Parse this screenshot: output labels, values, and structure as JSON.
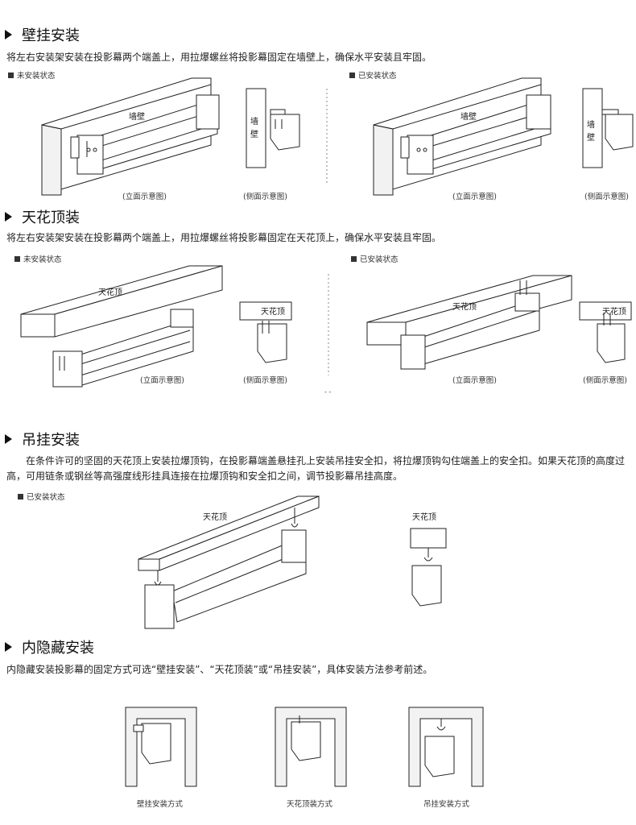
{
  "sections": {
    "wall": {
      "title": "壁挂安装",
      "desc": "将左右安装架安装在投影幕两个端盖上，用拉爆螺丝将投影幕固定在墙壁上，确保水平安装且牢固。",
      "before_state": "未安装状态",
      "after_state": "已安装状态",
      "wall_label": "墙壁",
      "side_wall_label_1": "墙",
      "side_wall_label_2": "壁",
      "front_caption": "(立面示意图)",
      "side_caption": "(侧面示意图)"
    },
    "ceiling": {
      "title": "天花顶装",
      "desc": "将左右安装架安装在投影幕两个端盖上，用拉爆螺丝将投影幕固定在天花顶上，确保水平安装且牢固。",
      "before_state": "未安装状态",
      "after_state": "已安装状态",
      "ceiling_label": "天花顶",
      "front_caption": "(立面示意图)",
      "side_caption": "(侧面示意图)"
    },
    "hanging": {
      "title": "吊挂安装",
      "desc": "在条件许可的坚固的天花顶上安装拉爆顶钩，在投影幕端盖悬挂孔上安装吊挂安全扣，将拉爆顶钩勾住端盖上的安全扣。如果天花顶的高度过高，可用链条或钢丝等高强度线形挂具连接在拉爆顶钩和安全扣之间，调节投影幕吊挂高度。",
      "after_state": "已安装状态",
      "ceiling_label": "天花顶",
      "side_ceiling_label": "天花顶"
    },
    "hidden": {
      "title": "内隐藏安装",
      "desc": "内隐藏安装投影幕的固定方式可选“壁挂安装”、“天花顶装”或“吊挂安装”，具体安装方法参考前述。",
      "captions": [
        "壁挂安装方式",
        "天花顶装方式",
        "吊挂安装方式"
      ]
    }
  },
  "page_marker": "- -"
}
